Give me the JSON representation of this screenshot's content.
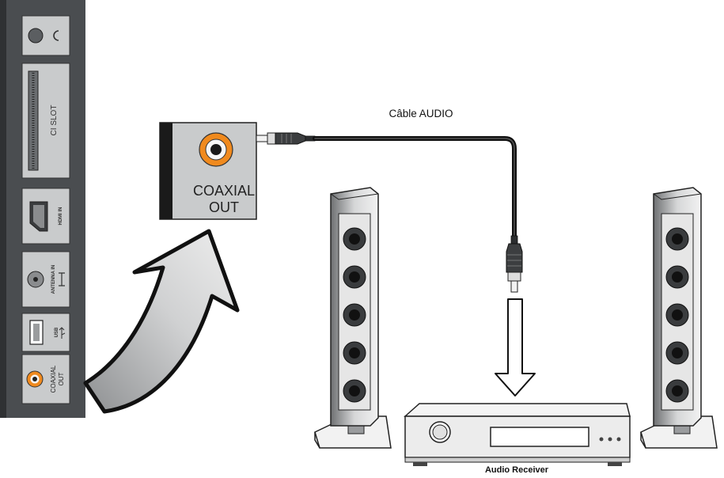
{
  "panel_ports": {
    "headphone": "",
    "ci_slot": "CI SLOT",
    "hdmi": "HDMI IN",
    "antenna": "ANTENNA IN",
    "usb": "USB",
    "coaxial_line1": "COAXIAL",
    "coaxial_line2": "OUT"
  },
  "zoom": {
    "coaxial_line1": "COAXIAL",
    "coaxial_line2": "OUT"
  },
  "cable_label": "Câble AUDIO",
  "receiver_label": "Audio Receiver",
  "colors": {
    "panel_dark": "#4a4d50",
    "panel_light": "#c9cbcc",
    "coax_orange": "#f08a1e"
  }
}
